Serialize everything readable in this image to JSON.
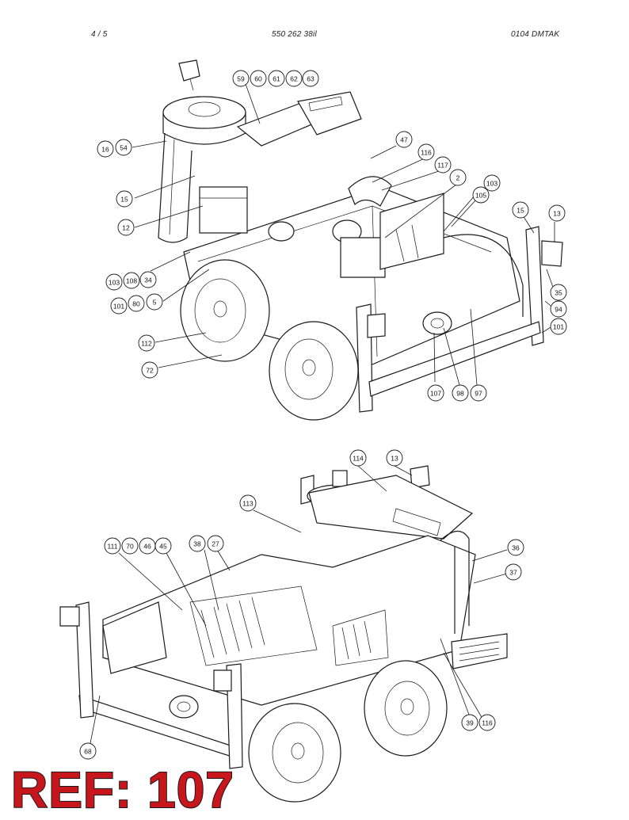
{
  "header": {
    "page": "4 /   5",
    "document_number": "550 262 38il",
    "code": "0104   DMTAK"
  },
  "callouts_top": [
    "59",
    "60",
    "61",
    "62",
    "63",
    "16",
    "54",
    "47",
    "116",
    "117",
    "2",
    "103",
    "105",
    "15",
    "13",
    "15",
    "12",
    "103",
    "108",
    "34",
    "101",
    "80",
    "5",
    "35",
    "94",
    "101",
    "112",
    "72",
    "107",
    "98",
    "97"
  ],
  "callouts_bottom": [
    "114",
    "13",
    "113",
    "111",
    "70",
    "46",
    "45",
    "38",
    "27",
    "36",
    "37",
    "68",
    "39",
    "116"
  ],
  "ref_badge": "REF: 107"
}
